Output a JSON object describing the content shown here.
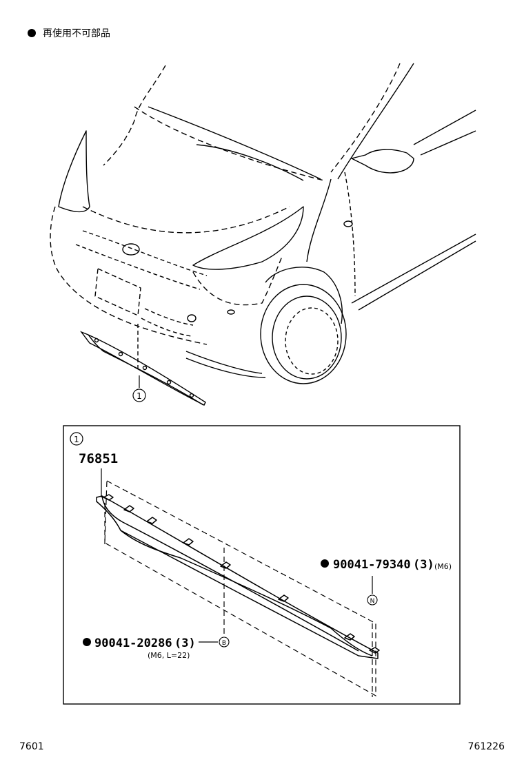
{
  "legend": {
    "text": "再使用不可部品"
  },
  "callout": {
    "marker": "1"
  },
  "detail": {
    "marker": "1",
    "part_number": "76851",
    "fastener_1": {
      "part": "90041-79340",
      "qty": "(3)",
      "spec": "(M6)",
      "tag": "N"
    },
    "fastener_2": {
      "part": "90041-20286",
      "qty": "(3)",
      "spec": "(M6, L=22)",
      "tag": "B"
    }
  },
  "footer": {
    "left": "7601",
    "right": "761226"
  }
}
